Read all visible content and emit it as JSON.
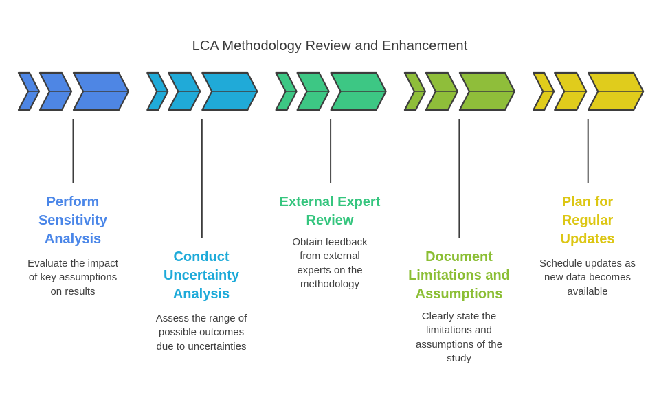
{
  "title": "LCA Methodology Review and Enhancement",
  "outline_color": "#3d3d3d",
  "steps": [
    {
      "heading": "Perform Sensitivity Analysis",
      "heading_lines": [
        "Perform",
        "Sensitivity",
        "Analysis"
      ],
      "description": "Evaluate the impact of key assumptions on results",
      "description_lines": [
        "Evaluate the impact",
        "of key assumptions",
        "on results"
      ],
      "color": "#4E86E4",
      "text_color": "#4A86E8",
      "position": "top"
    },
    {
      "heading": "Conduct Uncertainty Analysis",
      "heading_lines": [
        "Conduct",
        "Uncertainty",
        "Analysis"
      ],
      "description": "Assess the range of possible outcomes due to uncertainties",
      "description_lines": [
        "Assess the range of",
        "possible outcomes",
        "due to uncertainties"
      ],
      "color": "#20AAD8",
      "text_color": "#1DAAD9",
      "position": "bottom"
    },
    {
      "heading": "External Expert Review",
      "heading_lines": [
        "External Expert",
        "Review"
      ],
      "description": "Obtain feedback from external experts on the methodology",
      "description_lines": [
        "Obtain feedback",
        "from external",
        "experts on the",
        "methodology"
      ],
      "color": "#3DC784",
      "text_color": "#35C57E",
      "position": "top"
    },
    {
      "heading": "Document Limitations and Assumptions",
      "heading_lines": [
        "Document",
        "Limitations and",
        "Assumptions"
      ],
      "description": "Clearly state the limitations and assumptions of the study",
      "description_lines": [
        "Clearly state the",
        "limitations and",
        "assumptions of the",
        "study"
      ],
      "color": "#8FBE3A",
      "text_color": "#8BBE34",
      "position": "bottom"
    },
    {
      "heading": "Plan for Regular Updates",
      "heading_lines": [
        "Plan for",
        "Regular",
        "Updates"
      ],
      "description": "Schedule updates as new data becomes available",
      "description_lines": [
        "Schedule updates as",
        "new data becomes",
        "available"
      ],
      "color": "#E0CC1C",
      "text_color": "#DCC613",
      "position": "top"
    }
  ]
}
